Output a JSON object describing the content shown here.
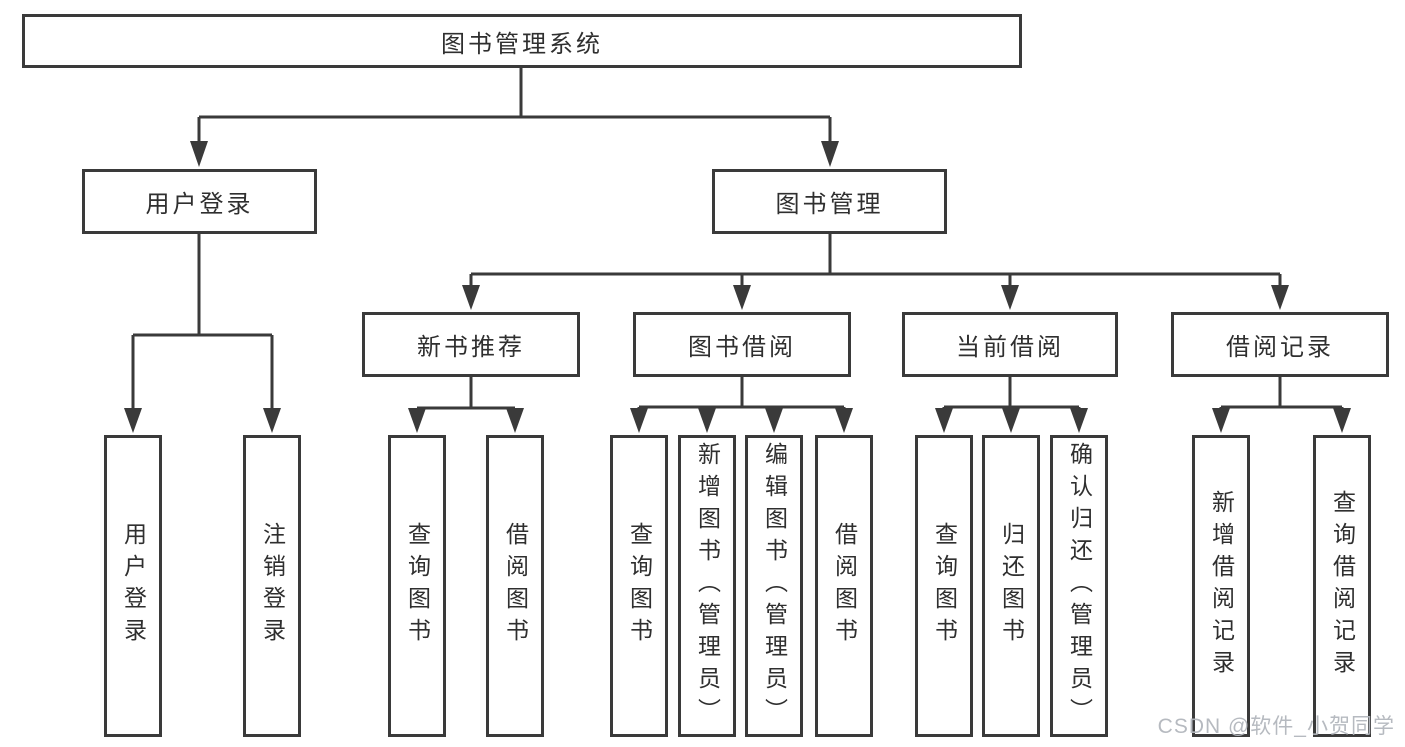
{
  "diagram": {
    "root": {
      "label": "图书管理系统"
    },
    "level2": {
      "user_login": {
        "label": "用户登录"
      },
      "book_management": {
        "label": "图书管理"
      }
    },
    "level3": {
      "new_book_recommend": {
        "label": "新书推荐"
      },
      "book_borrow": {
        "label": "图书借阅"
      },
      "current_borrow": {
        "label": "当前借阅"
      },
      "borrow_records": {
        "label": "借阅记录"
      }
    },
    "leaves": {
      "user_login": {
        "label": "用户登录"
      },
      "logout": {
        "label": "注销登录"
      },
      "nb_query_books": {
        "label": "查询图书"
      },
      "nb_borrow_books": {
        "label": "借阅图书"
      },
      "bb_query_books": {
        "label": "查询图书"
      },
      "bb_add_books_admin": {
        "label": "新增图书（管理员）"
      },
      "bb_edit_books_admin": {
        "label": "编辑图书（管理员）"
      },
      "bb_borrow_books": {
        "label": "借阅图书"
      },
      "cb_query_books": {
        "label": "查询图书"
      },
      "cb_return_books": {
        "label": "归还图书"
      },
      "cb_confirm_return_admin": {
        "label": "确认归还（管理员）"
      },
      "br_add_record": {
        "label": "新增借阅记录"
      },
      "br_query_record": {
        "label": "查询借阅记录"
      }
    },
    "colors": {
      "line": "#3a3a3a",
      "text": "#2f2f2f",
      "watermark": "#b3b7bd",
      "background": "#ffffff"
    },
    "watermark": "CSDN @软件_小贺同学"
  }
}
